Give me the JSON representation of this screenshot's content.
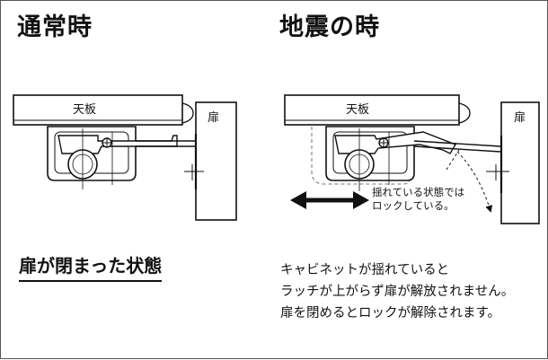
{
  "headings": {
    "normal": "通常時",
    "earthquake": "地震の時"
  },
  "labels": {
    "tabletop": "天板",
    "door": "扉"
  },
  "callout": {
    "line1": "揺れている状態では",
    "line2": "ロックしている。"
  },
  "state_title": "扉が閉まった状態",
  "explanation": {
    "line1": "キャビネットが揺れていると",
    "line2": "ラッチが上がらず扉が解放されません。",
    "line3": "扉を閉めるとロックが解除されます。"
  },
  "colors": {
    "line": "#111111",
    "dashed": "#777777",
    "frame": "#555555"
  }
}
